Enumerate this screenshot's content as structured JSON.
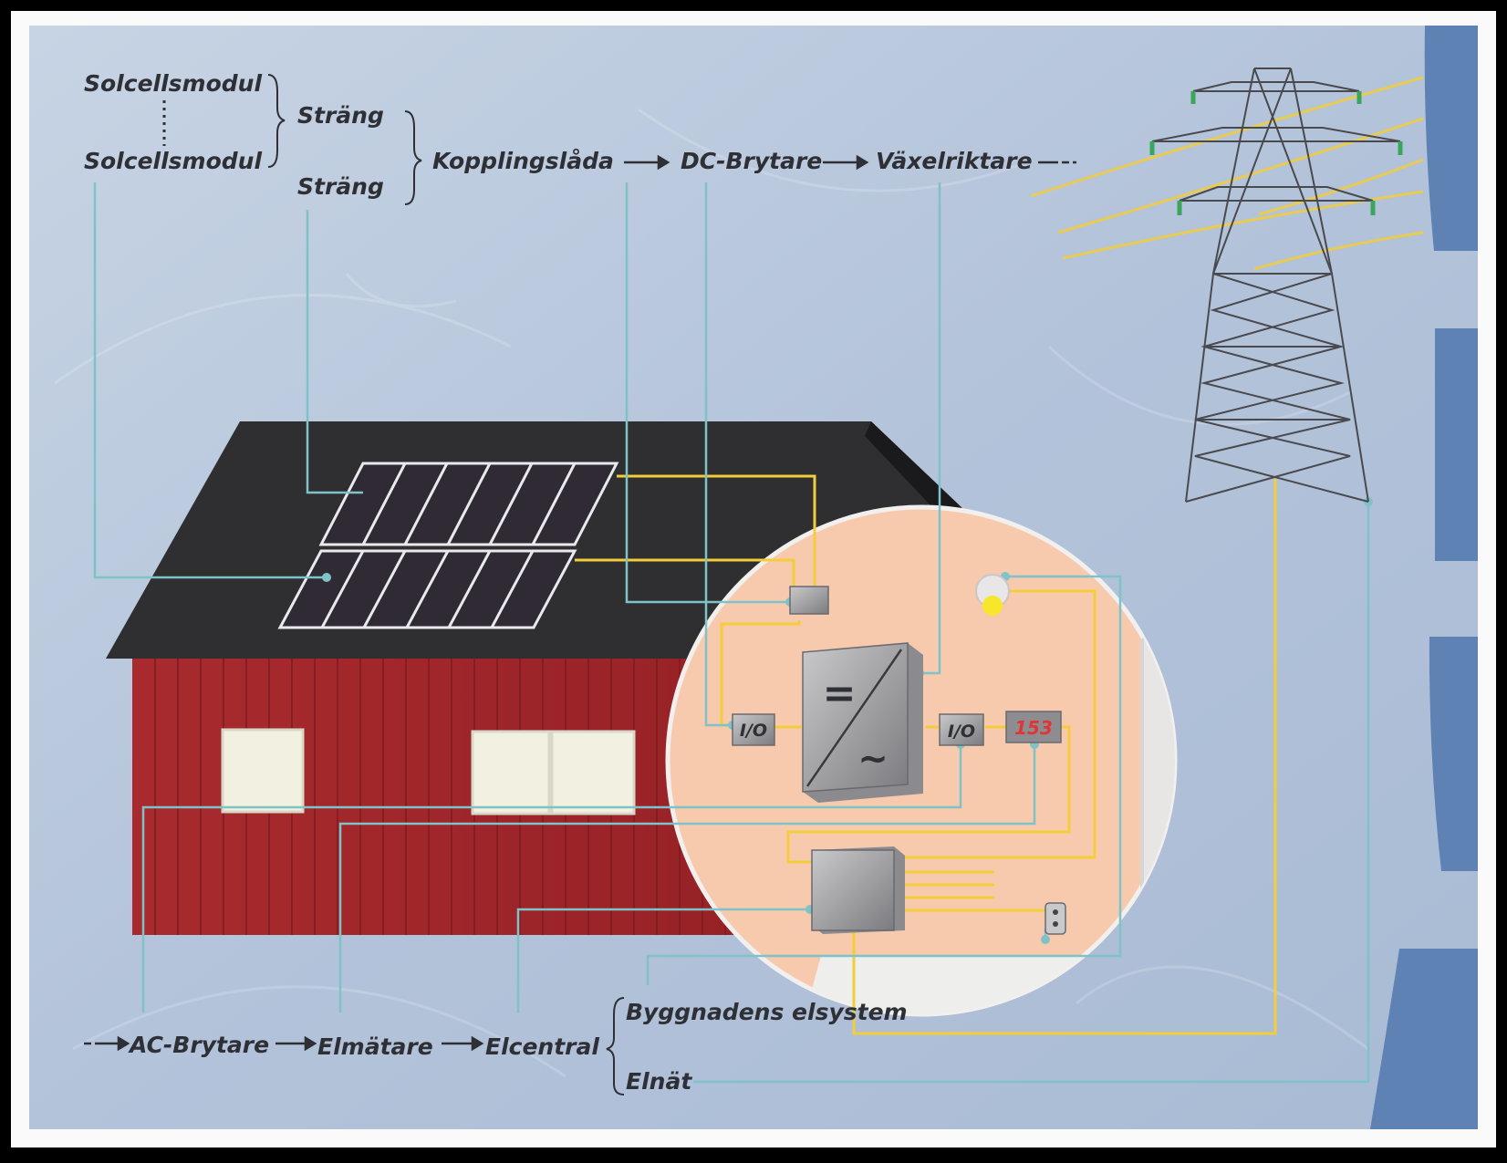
{
  "top_flow": {
    "module_1": "Solcellsmodul",
    "module_2": "Solcellsmodul",
    "string_1": "Sträng",
    "string_2": "Sträng",
    "combiner": "Kopplingslåda",
    "dc_switch": "DC-Brytare",
    "inverter": "Växelriktare"
  },
  "bottom_flow": {
    "ac_switch": "AC-Brytare",
    "meter": "Elmätare",
    "panel": "Elcentral",
    "building_system": "Byggnadens elsystem",
    "grid": "Elnät"
  },
  "inset": {
    "io_left": "I/O",
    "io_right": "I/O",
    "meter_display": "153",
    "inverter_dc_symbol": "=",
    "inverter_ac_symbol": "~"
  },
  "colors": {
    "background": "#b9c8dd",
    "house_wall": "#a4262a",
    "roof": "#2f2f31",
    "panel": "#2f2a33",
    "inset_circle": "#f7c9ad",
    "leader_line": "#7fc2c8",
    "power_line": "#f3cd3a",
    "frame": "#000000"
  },
  "icons": [
    "transmission-tower-icon",
    "light-bulb-icon",
    "electrical-outlet-icon"
  ]
}
